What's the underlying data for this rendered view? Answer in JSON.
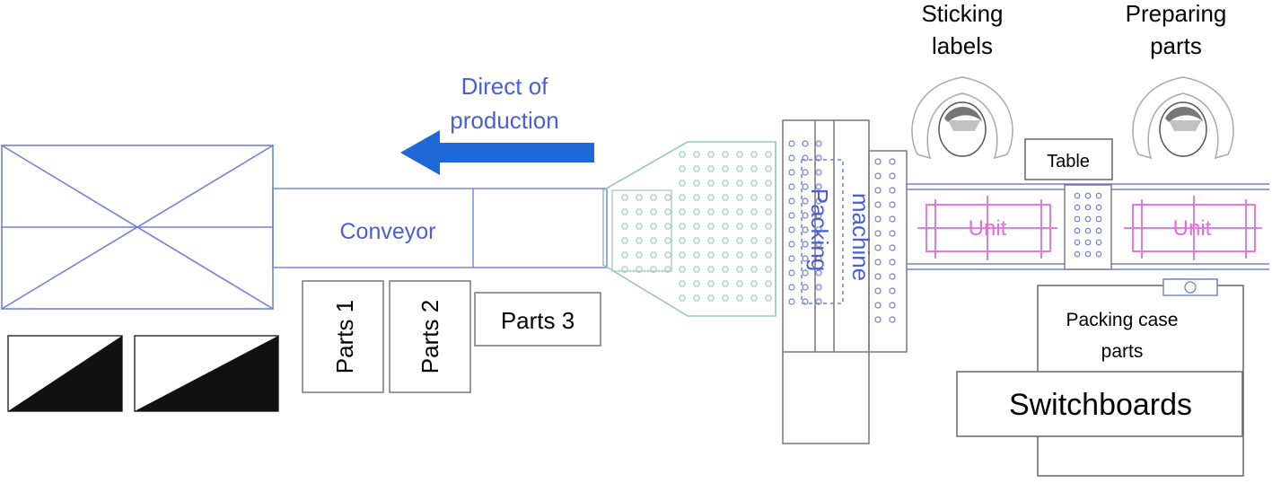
{
  "labels": {
    "direction_line1": "Direct of",
    "direction_line2": "production",
    "conveyor": "Conveyor",
    "parts1": "Parts 1",
    "parts2": "Parts 2",
    "parts3": "Parts 3",
    "packing": "Packing",
    "machine": "machine",
    "sticking_line1": "Sticking",
    "sticking_line2": "labels",
    "preparing_line1": "Preparing",
    "preparing_line2": "parts",
    "table": "Table",
    "unit_left": "Unit",
    "unit_right": "Unit",
    "case_line1": "Packing case",
    "case_line2": "parts",
    "switchboards": "Switchboards"
  },
  "colors": {
    "line_blue": "#6f80d8",
    "text_blue": "#4a5fd0",
    "arrow_blue": "#1f66d6",
    "gray": "#7a7a7a",
    "teal": "#98c8b8",
    "magenta": "#e46ce0",
    "black": "#111111"
  },
  "icons": [
    "worker-icon",
    "worker-icon",
    "arrow-left-icon",
    "roller-dots-icon"
  ]
}
